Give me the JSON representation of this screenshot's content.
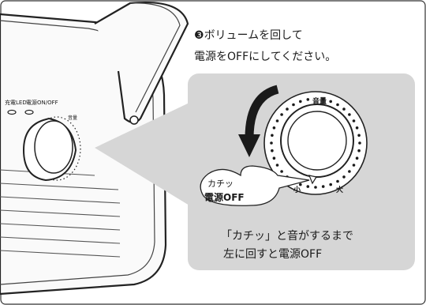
{
  "instruction": {
    "step_marker": "❸",
    "line1": "ボリュームを回して",
    "line2": "電源をOFFにしてください。"
  },
  "device_labels": {
    "led": "充電LED",
    "power": "電源ON/OFF",
    "knob_small": "音量"
  },
  "dial": {
    "label_volume": "音量",
    "label_small": "小",
    "label_large": "大"
  },
  "click_callout": {
    "sound": "カチッ",
    "power_off": "電源OFF"
  },
  "caption": {
    "line1": "「カチッ」と音がするまで",
    "line2": "左に回すと電源OFF"
  },
  "colors": {
    "panel": "#d6d6d6",
    "ink": "#1a1a1a"
  }
}
